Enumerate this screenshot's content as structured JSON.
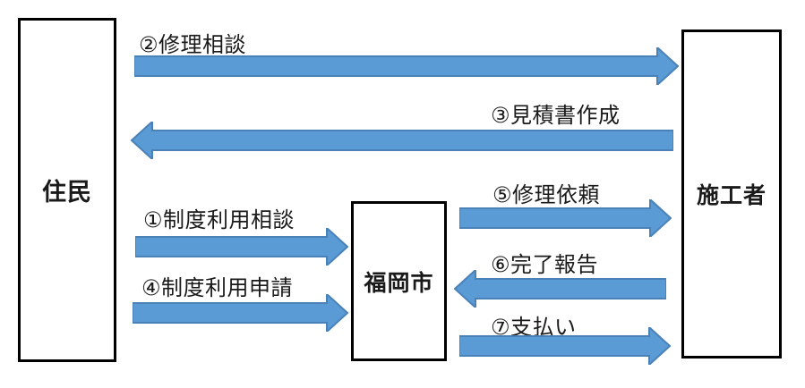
{
  "diagram": {
    "title_implicit": "修理制度利用フロー",
    "colors": {
      "background": "#ffffff",
      "arrow_fill": "#5b9bd5",
      "arrow_border": "#4a82b8",
      "box_border": "#000000",
      "text": "#1a1a1a"
    },
    "boxes": [
      {
        "id": "resident",
        "label": "住民"
      },
      {
        "id": "city",
        "label": "福岡市"
      },
      {
        "id": "contractor",
        "label": "施工者"
      }
    ],
    "flows": [
      {
        "step": "1",
        "label": "①制度利用相談",
        "from": "住民",
        "to": "福岡市",
        "direction": "right"
      },
      {
        "step": "2",
        "label": "②修理相談",
        "from": "住民",
        "to": "施工者",
        "direction": "right"
      },
      {
        "step": "3",
        "label": "③見積書作成",
        "from": "施工者",
        "to": "住民",
        "direction": "left"
      },
      {
        "step": "4",
        "label": "④制度利用申請",
        "from": "住民",
        "to": "福岡市",
        "direction": "right"
      },
      {
        "step": "5",
        "label": "⑤修理依頼",
        "from": "福岡市",
        "to": "施工者",
        "direction": "right"
      },
      {
        "step": "6",
        "label": "⑥完了報告",
        "from": "施工者",
        "to": "福岡市",
        "direction": "left"
      },
      {
        "step": "7",
        "label": "⑦支払い",
        "from": "福岡市",
        "to": "施工者",
        "direction": "right"
      }
    ]
  }
}
